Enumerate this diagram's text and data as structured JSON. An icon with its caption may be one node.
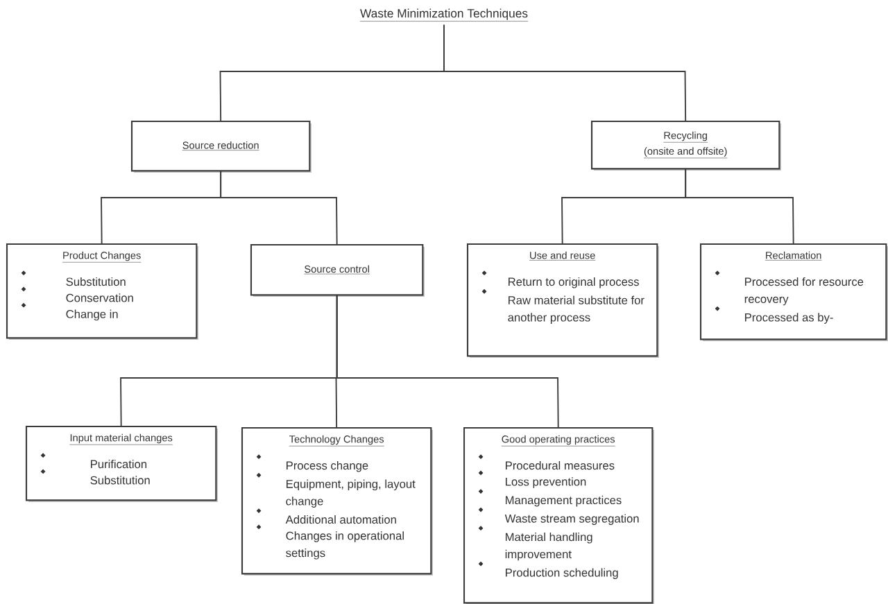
{
  "diagram": {
    "nodes": [
      {
        "text": [
          "Waste Minimization Techniques"
        ]
      },
      {
        "text": [
          "Source reduction"
        ]
      },
      {
        "text": [
          "Recycling",
          "(onsite and offsite)"
        ]
      },
      {
        "text": [
          "Product Changes",
          "Substitution",
          "Conservation",
          "Change in"
        ]
      },
      {
        "text": [
          "Source control"
        ]
      },
      {
        "text": [
          "Use and reuse",
          "Return to original process",
          "Raw material substitute for another process"
        ]
      },
      {
        "text": [
          "Reclamation",
          "Processed for resource recovery",
          "Processed as by-"
        ]
      },
      {
        "text": [
          "Input material changes",
          "Purification",
          "Substitution"
        ]
      },
      {
        "text": [
          "Technology Changes",
          "Process change",
          "Equipment, piping, layout change",
          "Additional automation",
          "Changes in operational settings"
        ]
      },
      {
        "text": [
          "Good operating practices",
          "Procedural measures",
          "Loss prevention",
          "Management practices",
          "Waste stream segregation",
          "Material handling improvement",
          "Production scheduling"
        ]
      }
    ],
    "edges": [
      {
        "from": 0,
        "to": 1,
        "arrow": "none"
      },
      {
        "from": 0,
        "to": 2,
        "arrow": "none"
      },
      {
        "from": 1,
        "to": 3,
        "arrow": "none"
      },
      {
        "from": 1,
        "to": 4,
        "arrow": "none"
      },
      {
        "from": 2,
        "to": 5,
        "arrow": "none"
      },
      {
        "from": 2,
        "to": 6,
        "arrow": "none"
      },
      {
        "from": 4,
        "to": 7,
        "arrow": "none"
      },
      {
        "from": 4,
        "to": 8,
        "arrow": "none"
      },
      {
        "from": 4,
        "to": 9,
        "arrow": "none"
      }
    ]
  }
}
